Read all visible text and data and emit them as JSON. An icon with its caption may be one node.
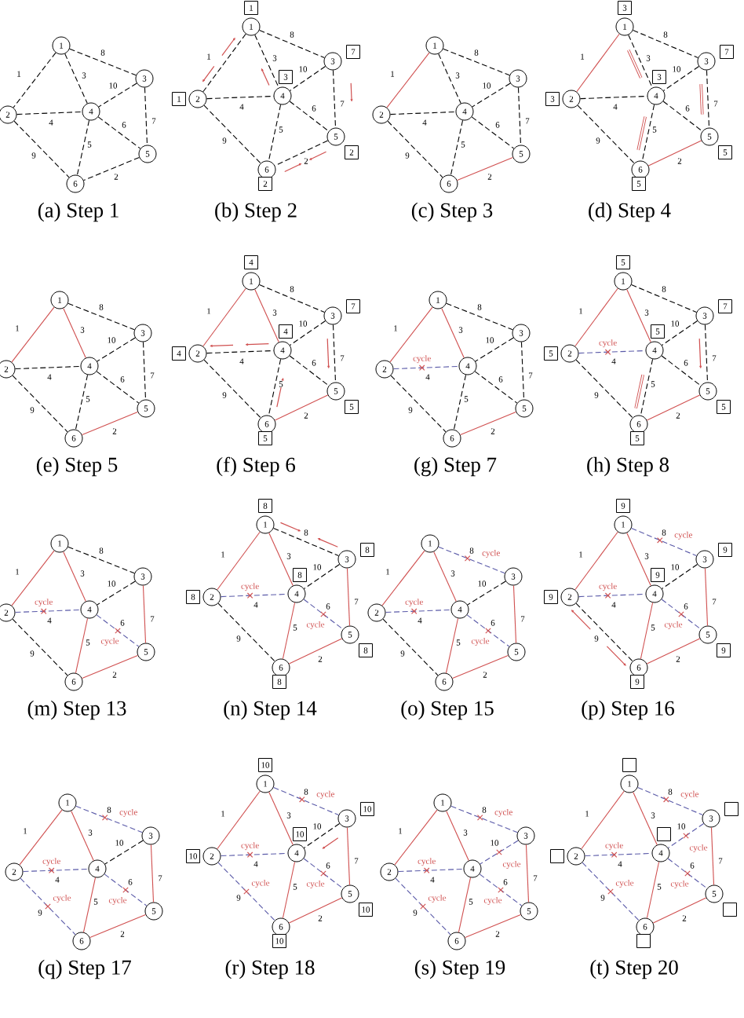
{
  "diagram": {
    "nodes": [
      {
        "text": [
          "1"
        ]
      },
      {
        "text": [
          "2"
        ]
      },
      {
        "text": [
          "3"
        ]
      },
      {
        "text": [
          "4"
        ]
      },
      {
        "text": [
          "5"
        ]
      },
      {
        "text": [
          "6"
        ]
      },
      {
        "text": [
          "1"
        ]
      },
      {
        "text": [
          "1"
        ]
      },
      {
        "text": [
          "2"
        ]
      },
      {
        "text": [
          "1"
        ]
      },
      {
        "text": [
          "3"
        ]
      },
      {
        "text": [
          "7"
        ]
      },
      {
        "text": [
          "4"
        ]
      },
      {
        "text": [
          "3"
        ]
      },
      {
        "text": [
          "5"
        ]
      },
      {
        "text": [
          "2"
        ]
      },
      {
        "text": [
          "6"
        ]
      },
      {
        "text": [
          "2"
        ]
      },
      {
        "text": [
          "1"
        ]
      },
      {
        "text": [
          "2"
        ]
      },
      {
        "text": [
          "3"
        ]
      },
      {
        "text": [
          "4"
        ]
      },
      {
        "text": [
          "5"
        ]
      },
      {
        "text": [
          "6"
        ]
      },
      {
        "text": [
          "1"
        ]
      },
      {
        "text": [
          "3"
        ]
      },
      {
        "text": [
          "2"
        ]
      },
      {
        "text": [
          "3"
        ]
      },
      {
        "text": [
          "3"
        ]
      },
      {
        "text": [
          "7"
        ]
      },
      {
        "text": [
          "4"
        ]
      },
      {
        "text": [
          "3"
        ]
      },
      {
        "text": [
          "5"
        ]
      },
      {
        "text": [
          "5"
        ]
      },
      {
        "text": [
          "6"
        ]
      },
      {
        "text": [
          "5"
        ]
      },
      {
        "text": [
          "1"
        ]
      },
      {
        "text": [
          "2"
        ]
      },
      {
        "text": [
          "3"
        ]
      },
      {
        "text": [
          "4"
        ]
      },
      {
        "text": [
          "5"
        ]
      },
      {
        "text": [
          "6"
        ]
      },
      {
        "text": [
          "1"
        ]
      },
      {
        "text": [
          "4"
        ]
      },
      {
        "text": [
          "2"
        ]
      },
      {
        "text": [
          "4"
        ]
      },
      {
        "text": [
          "3"
        ]
      },
      {
        "text": [
          "7"
        ]
      },
      {
        "text": [
          "4"
        ]
      },
      {
        "text": [
          "4"
        ]
      },
      {
        "text": [
          "5"
        ]
      },
      {
        "text": [
          "5"
        ]
      },
      {
        "text": [
          "6"
        ]
      },
      {
        "text": [
          "5"
        ]
      },
      {
        "text": [
          "1"
        ]
      },
      {
        "text": [
          "2"
        ]
      },
      {
        "text": [
          "3"
        ]
      },
      {
        "text": [
          "4"
        ]
      },
      {
        "text": [
          "5"
        ]
      },
      {
        "text": [
          "6"
        ]
      },
      {
        "text": [
          "1"
        ]
      },
      {
        "text": [
          "5"
        ]
      },
      {
        "text": [
          "2"
        ]
      },
      {
        "text": [
          "5"
        ]
      },
      {
        "text": [
          "3"
        ]
      },
      {
        "text": [
          "7"
        ]
      },
      {
        "text": [
          "4"
        ]
      },
      {
        "text": [
          "5"
        ]
      },
      {
        "text": [
          "5"
        ]
      },
      {
        "text": [
          "5"
        ]
      },
      {
        "text": [
          "6"
        ]
      },
      {
        "text": [
          "5"
        ]
      },
      {
        "text": [
          "1"
        ]
      },
      {
        "text": [
          "2"
        ]
      },
      {
        "text": [
          "3"
        ]
      },
      {
        "text": [
          "4"
        ]
      },
      {
        "text": [
          "5"
        ]
      },
      {
        "text": [
          "6"
        ]
      },
      {
        "text": [
          "1"
        ]
      },
      {
        "text": [
          "8"
        ]
      },
      {
        "text": [
          "2"
        ]
      },
      {
        "text": [
          "8"
        ]
      },
      {
        "text": [
          "3"
        ]
      },
      {
        "text": [
          "8"
        ]
      },
      {
        "text": [
          "4"
        ]
      },
      {
        "text": [
          "8"
        ]
      },
      {
        "text": [
          "5"
        ]
      },
      {
        "text": [
          "8"
        ]
      },
      {
        "text": [
          "6"
        ]
      },
      {
        "text": [
          "8"
        ]
      },
      {
        "text": [
          "1"
        ]
      },
      {
        "text": [
          "2"
        ]
      },
      {
        "text": [
          "3"
        ]
      },
      {
        "text": [
          "4"
        ]
      },
      {
        "text": [
          "5"
        ]
      },
      {
        "text": [
          "6"
        ]
      },
      {
        "text": [
          "1"
        ]
      },
      {
        "text": [
          "9"
        ]
      },
      {
        "text": [
          "2"
        ]
      },
      {
        "text": [
          "9"
        ]
      },
      {
        "text": [
          "3"
        ]
      },
      {
        "text": [
          "9"
        ]
      },
      {
        "text": [
          "4"
        ]
      },
      {
        "text": [
          "9"
        ]
      },
      {
        "text": [
          "5"
        ]
      },
      {
        "text": [
          "9"
        ]
      },
      {
        "text": [
          "6"
        ]
      },
      {
        "text": [
          "9"
        ]
      },
      {
        "text": [
          "1"
        ]
      },
      {
        "text": [
          "2"
        ]
      },
      {
        "text": [
          "3"
        ]
      },
      {
        "text": [
          "4"
        ]
      },
      {
        "text": [
          "5"
        ]
      },
      {
        "text": [
          "6"
        ]
      },
      {
        "text": [
          "1"
        ]
      },
      {
        "text": [
          "10"
        ]
      },
      {
        "text": [
          "2"
        ]
      },
      {
        "text": [
          "10"
        ]
      },
      {
        "text": [
          "3"
        ]
      },
      {
        "text": [
          "10"
        ]
      },
      {
        "text": [
          "4"
        ]
      },
      {
        "text": [
          "10"
        ]
      },
      {
        "text": [
          "5"
        ]
      },
      {
        "text": [
          "10"
        ]
      },
      {
        "text": [
          "6"
        ]
      },
      {
        "text": [
          "10"
        ]
      },
      {
        "text": [
          "1"
        ]
      },
      {
        "text": [
          "2"
        ]
      },
      {
        "text": [
          "3"
        ]
      },
      {
        "text": [
          "4"
        ]
      },
      {
        "text": [
          "5"
        ]
      },
      {
        "text": [
          "6"
        ]
      },
      {
        "text": [
          "1"
        ]
      },
      {
        "text": [],
        "shape": "box"
      },
      {
        "text": [
          "2"
        ]
      },
      {
        "text": [],
        "shape": "box"
      },
      {
        "text": [
          "3"
        ]
      },
      {
        "text": [],
        "shape": "box"
      },
      {
        "text": [
          "4"
        ]
      },
      {
        "text": [],
        "shape": "box"
      },
      {
        "text": [
          "5"
        ]
      },
      {
        "text": [],
        "shape": "box"
      },
      {
        "text": [
          "6"
        ]
      },
      {
        "text": [],
        "shape": "box"
      }
    ],
    "edges": [
      {
        "from": 0,
        "to": 1,
        "arrow": "none",
        "label": "1",
        "style": "dashed"
      },
      {
        "from": 0,
        "to": 2,
        "arrow": "none",
        "label": "8",
        "style": "dashed"
      },
      {
        "from": 0,
        "to": 3,
        "arrow": "none",
        "label": "3",
        "style": "dashed"
      },
      {
        "from": 1,
        "to": 3,
        "arrow": "none",
        "label": "4",
        "style": "dashed"
      },
      {
        "from": 2,
        "to": 3,
        "arrow": "none",
        "label": "10",
        "style": "dashed"
      },
      {
        "from": 2,
        "to": 4,
        "arrow": "none",
        "label": "7",
        "style": "dashed"
      },
      {
        "from": 3,
        "to": 4,
        "arrow": "none",
        "label": "6",
        "style": "dashed"
      },
      {
        "from": 3,
        "to": 5,
        "arrow": "none",
        "label": "5",
        "style": "dashed"
      },
      {
        "from": 1,
        "to": 5,
        "arrow": "none",
        "label": "9",
        "style": "dashed"
      },
      {
        "from": 4,
        "to": 5,
        "arrow": "none",
        "label": "2",
        "style": "dashed"
      },
      {
        "from": 6,
        "to": 8,
        "arrow": "none",
        "label": "1",
        "style": "dashed"
      },
      {
        "from": 6,
        "to": 10,
        "arrow": "none",
        "label": "8",
        "style": "dashed"
      },
      {
        "from": 6,
        "to": 12,
        "arrow": "none",
        "label": "3",
        "style": "dashed"
      },
      {
        "from": 8,
        "to": 12,
        "arrow": "none",
        "label": "4",
        "style": "dashed"
      },
      {
        "from": 10,
        "to": 12,
        "arrow": "none",
        "label": "10",
        "style": "dashed"
      },
      {
        "from": 10,
        "to": 14,
        "arrow": "none",
        "label": "7",
        "style": "dashed"
      },
      {
        "from": 12,
        "to": 14,
        "arrow": "none",
        "label": "6",
        "style": "dashed"
      },
      {
        "from": 12,
        "to": 16,
        "arrow": "none",
        "label": "5",
        "style": "dashed"
      },
      {
        "from": 8,
        "to": 16,
        "arrow": "none",
        "label": "9",
        "style": "dashed"
      },
      {
        "from": 14,
        "to": 16,
        "arrow": "none",
        "label": "2",
        "style": "dashed"
      },
      {
        "from": 18,
        "to": 19,
        "arrow": "none",
        "label": "1",
        "color": "#d05050"
      },
      {
        "from": 18,
        "to": 20,
        "arrow": "none",
        "label": "8",
        "style": "dashed"
      },
      {
        "from": 18,
        "to": 21,
        "arrow": "none",
        "label": "3",
        "style": "dashed"
      },
      {
        "from": 19,
        "to": 21,
        "arrow": "none",
        "label": "4",
        "style": "dashed"
      },
      {
        "from": 20,
        "to": 21,
        "arrow": "none",
        "label": "10",
        "style": "dashed"
      },
      {
        "from": 20,
        "to": 22,
        "arrow": "none",
        "label": "7",
        "style": "dashed"
      },
      {
        "from": 21,
        "to": 22,
        "arrow": "none",
        "label": "6",
        "style": "dashed"
      },
      {
        "from": 21,
        "to": 23,
        "arrow": "none",
        "label": "5",
        "style": "dashed"
      },
      {
        "from": 19,
        "to": 23,
        "arrow": "none",
        "label": "9",
        "style": "dashed"
      },
      {
        "from": 22,
        "to": 23,
        "arrow": "none",
        "label": "2",
        "color": "#d05050"
      },
      {
        "from": 24,
        "to": 26,
        "arrow": "none",
        "label": "1",
        "color": "#d05050"
      },
      {
        "from": 24,
        "to": 28,
        "arrow": "none",
        "label": "8",
        "style": "dashed"
      },
      {
        "from": 24,
        "to": 30,
        "arrow": "none",
        "label": "3",
        "style": "dashed"
      },
      {
        "from": 26,
        "to": 30,
        "arrow": "none",
        "label": "4",
        "style": "dashed"
      },
      {
        "from": 28,
        "to": 30,
        "arrow": "none",
        "label": "10",
        "style": "dashed"
      },
      {
        "from": 28,
        "to": 32,
        "arrow": "none",
        "label": "7",
        "style": "dashed"
      },
      {
        "from": 30,
        "to": 32,
        "arrow": "none",
        "label": "6",
        "style": "dashed"
      },
      {
        "from": 30,
        "to": 34,
        "arrow": "none",
        "label": "5",
        "style": "dashed"
      },
      {
        "from": 26,
        "to": 34,
        "arrow": "none",
        "label": "9",
        "style": "dashed"
      },
      {
        "from": 32,
        "to": 34,
        "arrow": "none",
        "label": "2",
        "color": "#d05050"
      },
      {
        "from": 36,
        "to": 37,
        "arrow": "none",
        "label": "1",
        "color": "#d05050"
      },
      {
        "from": 36,
        "to": 38,
        "arrow": "none",
        "label": "8",
        "style": "dashed"
      },
      {
        "from": 36,
        "to": 39,
        "arrow": "none",
        "label": "3",
        "color": "#d05050"
      },
      {
        "from": 37,
        "to": 39,
        "arrow": "none",
        "label": "4",
        "style": "dashed"
      },
      {
        "from": 38,
        "to": 39,
        "arrow": "none",
        "label": "10",
        "style": "dashed"
      },
      {
        "from": 38,
        "to": 40,
        "arrow": "none",
        "label": "7",
        "style": "dashed"
      },
      {
        "from": 39,
        "to": 40,
        "arrow": "none",
        "label": "6",
        "style": "dashed"
      },
      {
        "from": 39,
        "to": 41,
        "arrow": "none",
        "label": "5",
        "style": "dashed"
      },
      {
        "from": 37,
        "to": 41,
        "arrow": "none",
        "label": "9",
        "style": "dashed"
      },
      {
        "from": 40,
        "to": 41,
        "arrow": "none",
        "label": "2",
        "color": "#d05050"
      },
      {
        "from": 42,
        "to": 44,
        "arrow": "none",
        "label": "1",
        "color": "#d05050"
      },
      {
        "from": 42,
        "to": 46,
        "arrow": "none",
        "label": "8",
        "style": "dashed"
      },
      {
        "from": 42,
        "to": 48,
        "arrow": "none",
        "label": "3",
        "color": "#d05050"
      },
      {
        "from": 44,
        "to": 48,
        "arrow": "none",
        "label": "4",
        "style": "dashed"
      },
      {
        "from": 46,
        "to": 48,
        "arrow": "none",
        "label": "10",
        "style": "dashed"
      },
      {
        "from": 46,
        "to": 50,
        "arrow": "none",
        "label": "7",
        "style": "dashed"
      },
      {
        "from": 48,
        "to": 50,
        "arrow": "none",
        "label": "6",
        "style": "dashed"
      },
      {
        "from": 48,
        "to": 52,
        "arrow": "none",
        "label": "5",
        "style": "dashed"
      },
      {
        "from": 44,
        "to": 52,
        "arrow": "none",
        "label": "9",
        "style": "dashed"
      },
      {
        "from": 50,
        "to": 52,
        "arrow": "none",
        "label": "2",
        "color": "#d05050"
      },
      {
        "from": 54,
        "to": 55,
        "arrow": "none",
        "label": "1",
        "color": "#d05050"
      },
      {
        "from": 54,
        "to": 56,
        "arrow": "none",
        "label": "8",
        "style": "dashed"
      },
      {
        "from": 54,
        "to": 57,
        "arrow": "none",
        "label": "3",
        "color": "#d05050"
      },
      {
        "from": 55,
        "to": 57,
        "arrow": "none",
        "label": "4",
        "style": "dashed",
        "color": "#5a5aa8"
      },
      {
        "from": 56,
        "to": 57,
        "arrow": "none",
        "label": "10",
        "style": "dashed"
      },
      {
        "from": 56,
        "to": 58,
        "arrow": "none",
        "label": "7",
        "style": "dashed"
      },
      {
        "from": 57,
        "to": 58,
        "arrow": "none",
        "label": "6",
        "style": "dashed"
      },
      {
        "from": 57,
        "to": 59,
        "arrow": "none",
        "label": "5",
        "style": "dashed"
      },
      {
        "from": 55,
        "to": 59,
        "arrow": "none",
        "label": "9",
        "style": "dashed"
      },
      {
        "from": 58,
        "to": 59,
        "arrow": "none",
        "label": "2",
        "color": "#d05050"
      },
      {
        "from": 60,
        "to": 62,
        "arrow": "none",
        "label": "1",
        "color": "#d05050"
      },
      {
        "from": 60,
        "to": 64,
        "arrow": "none",
        "label": "8",
        "style": "dashed"
      },
      {
        "from": 60,
        "to": 66,
        "arrow": "none",
        "label": "3",
        "color": "#d05050"
      },
      {
        "from": 62,
        "to": 66,
        "arrow": "none",
        "label": "4",
        "style": "dashed",
        "color": "#5a5aa8"
      },
      {
        "from": 64,
        "to": 66,
        "arrow": "none",
        "label": "10",
        "style": "dashed"
      },
      {
        "from": 64,
        "to": 68,
        "arrow": "none",
        "label": "7",
        "style": "dashed"
      },
      {
        "from": 66,
        "to": 68,
        "arrow": "none",
        "label": "6",
        "style": "dashed"
      },
      {
        "from": 66,
        "to": 70,
        "arrow": "none",
        "label": "5",
        "style": "dashed"
      },
      {
        "from": 62,
        "to": 70,
        "arrow": "none",
        "label": "9",
        "style": "dashed"
      },
      {
        "from": 68,
        "to": 70,
        "arrow": "none",
        "label": "2",
        "color": "#d05050"
      },
      {
        "from": 72,
        "to": 73,
        "arrow": "none",
        "label": "1",
        "color": "#d05050"
      },
      {
        "from": 72,
        "to": 74,
        "arrow": "none",
        "label": "8",
        "style": "dashed"
      },
      {
        "from": 72,
        "to": 75,
        "arrow": "none",
        "label": "3",
        "color": "#d05050"
      },
      {
        "from": 73,
        "to": 75,
        "arrow": "none",
        "label": "4",
        "style": "dashed",
        "color": "#5a5aa8"
      },
      {
        "from": 74,
        "to": 75,
        "arrow": "none",
        "label": "10",
        "style": "dashed"
      },
      {
        "from": 74,
        "to": 76,
        "arrow": "none",
        "label": "7",
        "color": "#d05050"
      },
      {
        "from": 75,
        "to": 76,
        "arrow": "none",
        "label": "6",
        "style": "dashed",
        "color": "#5a5aa8"
      },
      {
        "from": 75,
        "to": 77,
        "arrow": "none",
        "label": "5",
        "color": "#d05050"
      },
      {
        "from": 73,
        "to": 77,
        "arrow": "none",
        "label": "9",
        "style": "dashed"
      },
      {
        "from": 76,
        "to": 77,
        "arrow": "none",
        "label": "2",
        "color": "#d05050"
      },
      {
        "from": 78,
        "to": 80,
        "arrow": "none",
        "label": "1",
        "color": "#d05050"
      },
      {
        "from": 78,
        "to": 82,
        "arrow": "none",
        "label": "8",
        "style": "dashed"
      },
      {
        "from": 78,
        "to": 84,
        "arrow": "none",
        "label": "3",
        "color": "#d05050"
      },
      {
        "from": 80,
        "to": 84,
        "arrow": "none",
        "label": "4",
        "style": "dashed",
        "color": "#5a5aa8"
      },
      {
        "from": 82,
        "to": 84,
        "arrow": "none",
        "label": "10",
        "style": "dashed"
      },
      {
        "from": 82,
        "to": 86,
        "arrow": "none",
        "label": "7",
        "color": "#d05050"
      },
      {
        "from": 84,
        "to": 86,
        "arrow": "none",
        "label": "6",
        "style": "dashed",
        "color": "#5a5aa8"
      },
      {
        "from": 84,
        "to": 88,
        "arrow": "none",
        "label": "5",
        "color": "#d05050"
      },
      {
        "from": 80,
        "to": 88,
        "arrow": "none",
        "label": "9",
        "style": "dashed"
      },
      {
        "from": 86,
        "to": 88,
        "arrow": "none",
        "label": "2",
        "color": "#d05050"
      },
      {
        "from": 90,
        "to": 91,
        "arrow": "none",
        "label": "1",
        "color": "#d05050"
      },
      {
        "from": 90,
        "to": 92,
        "arrow": "none",
        "label": "8",
        "style": "dashed",
        "color": "#5a5aa8"
      },
      {
        "from": 90,
        "to": 93,
        "arrow": "none",
        "label": "3",
        "color": "#d05050"
      },
      {
        "from": 91,
        "to": 93,
        "arrow": "none",
        "label": "4",
        "style": "dashed",
        "color": "#5a5aa8"
      },
      {
        "from": 92,
        "to": 93,
        "arrow": "none",
        "label": "10",
        "style": "dashed"
      },
      {
        "from": 92,
        "to": 94,
        "arrow": "none",
        "label": "7",
        "color": "#d05050"
      },
      {
        "from": 93,
        "to": 94,
        "arrow": "none",
        "label": "6",
        "style": "dashed",
        "color": "#5a5aa8"
      },
      {
        "from": 93,
        "to": 95,
        "arrow": "none",
        "label": "5",
        "color": "#d05050"
      },
      {
        "from": 91,
        "to": 95,
        "arrow": "none",
        "label": "9",
        "style": "dashed"
      },
      {
        "from": 94,
        "to": 95,
        "arrow": "none",
        "label": "2",
        "color": "#d05050"
      },
      {
        "from": 96,
        "to": 98,
        "arrow": "none",
        "label": "1",
        "color": "#d05050"
      },
      {
        "from": 96,
        "to": 100,
        "arrow": "none",
        "label": "8",
        "style": "dashed",
        "color": "#5a5aa8"
      },
      {
        "from": 96,
        "to": 102,
        "arrow": "none",
        "label": "3",
        "color": "#d05050"
      },
      {
        "from": 98,
        "to": 102,
        "arrow": "none",
        "label": "4",
        "style": "dashed",
        "color": "#5a5aa8"
      },
      {
        "from": 100,
        "to": 102,
        "arrow": "none",
        "label": "10",
        "style": "dashed"
      },
      {
        "from": 100,
        "to": 104,
        "arrow": "none",
        "label": "7",
        "color": "#d05050"
      },
      {
        "from": 102,
        "to": 104,
        "arrow": "none",
        "label": "6",
        "style": "dashed",
        "color": "#5a5aa8"
      },
      {
        "from": 102,
        "to": 106,
        "arrow": "none",
        "label": "5",
        "color": "#d05050"
      },
      {
        "from": 98,
        "to": 106,
        "arrow": "none",
        "label": "9",
        "style": "dashed"
      },
      {
        "from": 104,
        "to": 106,
        "arrow": "none",
        "label": "2",
        "color": "#d05050"
      },
      {
        "from": 108,
        "to": 109,
        "arrow": "none",
        "label": "1",
        "color": "#d05050"
      },
      {
        "from": 108,
        "to": 110,
        "arrow": "none",
        "label": "8",
        "style": "dashed",
        "color": "#5a5aa8"
      },
      {
        "from": 108,
        "to": 111,
        "arrow": "none",
        "label": "3",
        "color": "#d05050"
      },
      {
        "from": 109,
        "to": 111,
        "arrow": "none",
        "label": "4",
        "style": "dashed",
        "color": "#5a5aa8"
      },
      {
        "from": 110,
        "to": 111,
        "arrow": "none",
        "label": "10",
        "style": "dashed"
      },
      {
        "from": 110,
        "to": 112,
        "arrow": "none",
        "label": "7",
        "color": "#d05050"
      },
      {
        "from": 111,
        "to": 112,
        "arrow": "none",
        "label": "6",
        "style": "dashed",
        "color": "#5a5aa8"
      },
      {
        "from": 111,
        "to": 113,
        "arrow": "none",
        "label": "5",
        "color": "#d05050"
      },
      {
        "from": 109,
        "to": 113,
        "arrow": "none",
        "label": "9",
        "style": "dashed",
        "color": "#5a5aa8"
      },
      {
        "from": 112,
        "to": 113,
        "arrow": "none",
        "label": "2",
        "color": "#d05050"
      },
      {
        "from": 114,
        "to": 116,
        "arrow": "none",
        "label": "1",
        "color": "#d05050"
      },
      {
        "from": 114,
        "to": 118,
        "arrow": "none",
        "label": "8",
        "style": "dashed",
        "color": "#5a5aa8"
      },
      {
        "from": 114,
        "to": 120,
        "arrow": "none",
        "label": "3",
        "color": "#d05050"
      },
      {
        "from": 116,
        "to": 120,
        "arrow": "none",
        "label": "4",
        "style": "dashed",
        "color": "#5a5aa8"
      },
      {
        "from": 118,
        "to": 120,
        "arrow": "none",
        "label": "10",
        "style": "dashed"
      },
      {
        "from": 118,
        "to": 122,
        "arrow": "none",
        "label": "7",
        "color": "#d05050"
      },
      {
        "from": 120,
        "to": 122,
        "arrow": "none",
        "label": "6",
        "style": "dashed",
        "color": "#5a5aa8"
      },
      {
        "from": 120,
        "to": 124,
        "arrow": "none",
        "label": "5",
        "color": "#d05050"
      },
      {
        "from": 116,
        "to": 124,
        "arrow": "none",
        "label": "9",
        "style": "dashed",
        "color": "#5a5aa8"
      },
      {
        "from": 122,
        "to": 124,
        "arrow": "none",
        "label": "2",
        "color": "#d05050"
      },
      {
        "from": 126,
        "to": 127,
        "arrow": "none",
        "label": "1",
        "color": "#d05050"
      },
      {
        "from": 126,
        "to": 128,
        "arrow": "none",
        "label": "8",
        "style": "dashed",
        "color": "#5a5aa8"
      },
      {
        "from": 126,
        "to": 129,
        "arrow": "none",
        "label": "3",
        "color": "#d05050"
      },
      {
        "from": 127,
        "to": 129,
        "arrow": "none",
        "label": "4",
        "style": "dashed",
        "color": "#5a5aa8"
      },
      {
        "from": 128,
        "to": 129,
        "arrow": "none",
        "label": "10",
        "style": "dashed",
        "color": "#5a5aa8"
      },
      {
        "from": 128,
        "to": 130,
        "arrow": "none",
        "label": "7",
        "color": "#d05050"
      },
      {
        "from": 129,
        "to": 130,
        "arrow": "none",
        "label": "6",
        "style": "dashed",
        "color": "#5a5aa8"
      },
      {
        "from": 129,
        "to": 131,
        "arrow": "none",
        "label": "5",
        "color": "#d05050"
      },
      {
        "from": 127,
        "to": 131,
        "arrow": "none",
        "label": "9",
        "style": "dashed",
        "color": "#5a5aa8"
      },
      {
        "from": 130,
        "to": 131,
        "arrow": "none",
        "label": "2",
        "color": "#d05050"
      },
      {
        "from": 132,
        "to": 134,
        "arrow": "none",
        "label": "1",
        "color": "#d05050"
      },
      {
        "from": 132,
        "to": 136,
        "arrow": "none",
        "label": "8",
        "style": "dashed",
        "color": "#5a5aa8"
      },
      {
        "from": 132,
        "to": 138,
        "arrow": "none",
        "label": "3",
        "color": "#d05050"
      },
      {
        "from": 134,
        "to": 138,
        "arrow": "none",
        "label": "4",
        "style": "dashed",
        "color": "#5a5aa8"
      },
      {
        "from": 136,
        "to": 138,
        "arrow": "none",
        "label": "10",
        "style": "dashed",
        "color": "#5a5aa8"
      },
      {
        "from": 136,
        "to": 140,
        "arrow": "none",
        "label": "7",
        "color": "#d05050"
      },
      {
        "from": 138,
        "to": 140,
        "arrow": "none",
        "label": "6",
        "style": "dashed",
        "color": "#5a5aa8"
      },
      {
        "from": 138,
        "to": 142,
        "arrow": "none",
        "label": "5",
        "color": "#d05050"
      },
      {
        "from": 134,
        "to": 142,
        "arrow": "none",
        "label": "9",
        "style": "dashed",
        "color": "#5a5aa8"
      },
      {
        "from": 140,
        "to": 142,
        "arrow": "none",
        "label": "2",
        "color": "#d05050"
      }
    ],
    "labels": [
      "(a) Step 1",
      "(b) Step 2",
      "(c) Step 3",
      "(d) Step 4",
      "cycle",
      "cycle",
      "(e) Step 5",
      "(f) Step 6",
      "(g) Step 7",
      "(h) Step 8",
      "cycle",
      "cycle",
      "cycle",
      "cycle",
      "cycle",
      "cycle",
      "cycle",
      "cycle",
      "cycle",
      "cycle",
      "(m) Step 13",
      "(n) Step 14",
      "(o) Step 15",
      "(p) Step 16",
      "cycle",
      "cycle",
      "cycle",
      "cycle",
      "cycle",
      "cycle",
      "cycle",
      "cycle",
      "cycle",
      "cycle",
      "cycle",
      "cycle",
      "cycle",
      "cycle",
      "cycle",
      "cycle",
      "cycle",
      "cycle",
      "(q) Step 17",
      "(r) Step 18",
      "(s) Step 19",
      "(t) Step 20"
    ]
  }
}
